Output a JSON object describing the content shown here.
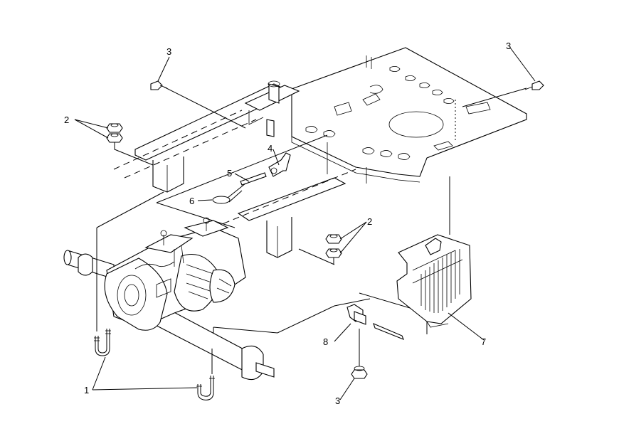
{
  "callouts": [
    {
      "id": "c1",
      "text": "1"
    },
    {
      "id": "c2a",
      "text": "2"
    },
    {
      "id": "c2b",
      "text": "2"
    },
    {
      "id": "c3a",
      "text": "3"
    },
    {
      "id": "c3b",
      "text": "3"
    },
    {
      "id": "c3c",
      "text": "3"
    },
    {
      "id": "c4",
      "text": "4"
    },
    {
      "id": "c5",
      "text": "5"
    },
    {
      "id": "c6",
      "text": "6"
    },
    {
      "id": "c7",
      "text": "7"
    },
    {
      "id": "c8",
      "text": "8"
    }
  ]
}
